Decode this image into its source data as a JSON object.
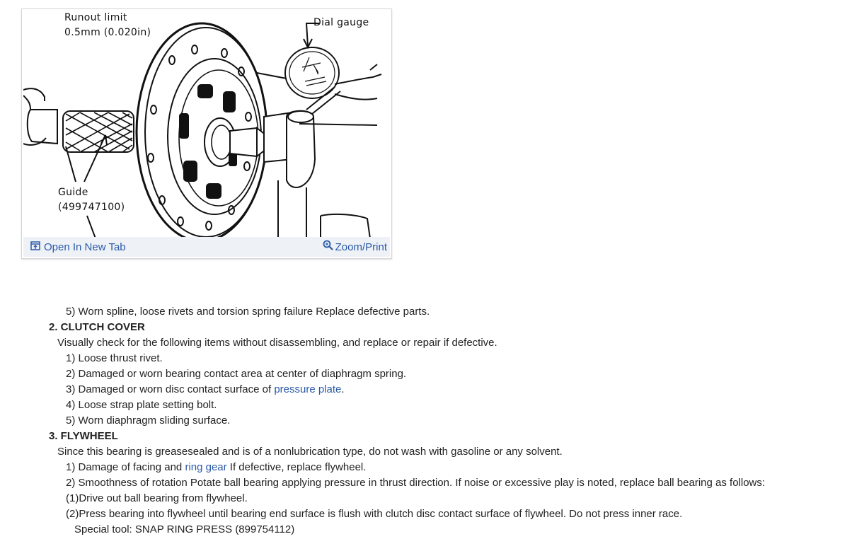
{
  "figure": {
    "labels": {
      "runout_line1": "Runout limit",
      "runout_line2": "0.5mm (0.020in)",
      "dial_gauge": "Dial gauge",
      "guide_line1": "Guide",
      "guide_line2": "(499747100)"
    },
    "toolbar": {
      "open_new_tab": "Open In New Tab",
      "zoom_print": "Zoom/Print",
      "link_color": "#2a5aa8",
      "background": "#eef1f6"
    }
  },
  "document": {
    "section1_tail": {
      "item5": "5) Worn spline, loose rivets and torsion spring failure Replace defective parts."
    },
    "section2": {
      "heading": "2. CLUTCH COVER",
      "intro": "Visually check for the following items without disassembling, and replace or repair if defective.",
      "items": [
        "1) Loose thrust rivet.",
        "2) Damaged or worn bearing contact area at center of diaphragm spring."
      ],
      "item3_prefix": "3) Damaged or worn disc contact surface of ",
      "item3_link": "pressure plate",
      "item3_suffix": ".",
      "items_after": [
        "4) Loose strap plate setting bolt.",
        "5) Worn diaphragm sliding surface."
      ]
    },
    "section3": {
      "heading": "3. FLYWHEEL",
      "intro": "Since this bearing is greasesealed and is of a nonlubrication type, do not wash with gasoline or any solvent.",
      "item1_prefix": "1) Damage of facing and ",
      "item1_link": "ring gear",
      "item1_suffix": " If defective, replace flywheel.",
      "item2": "2) Smoothness of rotation Potate ball bearing applying pressure in thrust direction. If noise or excessive play is noted, replace ball bearing as follows:",
      "step1": "(1)Drive out ball bearing from flywheel.",
      "step2": "(2)Press bearing into flywheel until bearing end surface is flush with clutch disc contact surface of flywheel. Do not press inner race.",
      "special_tool": "Special tool: SNAP RING PRESS (899754112)"
    },
    "link_color": "#2a5aa8"
  }
}
